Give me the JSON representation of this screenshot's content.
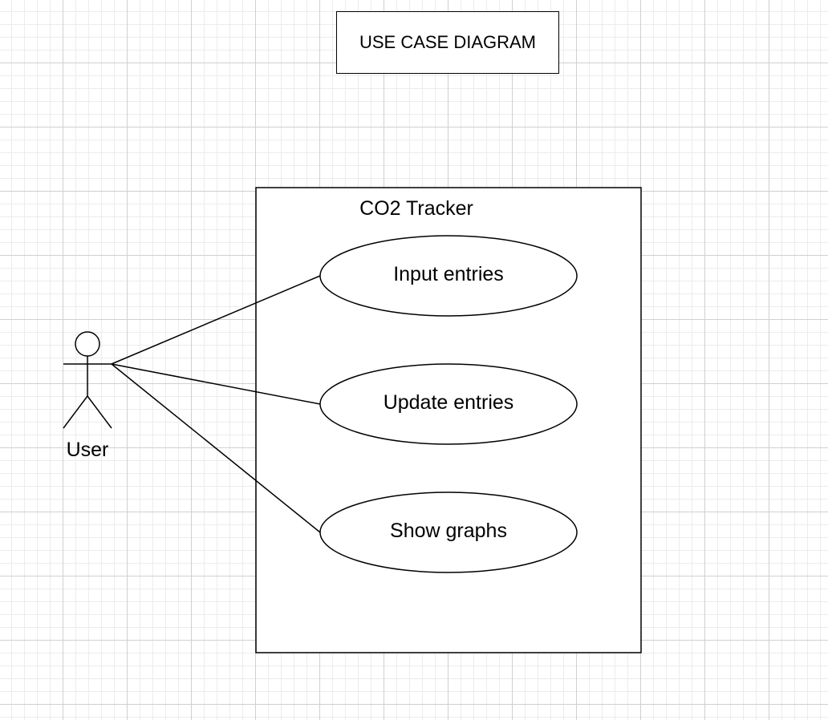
{
  "title": "USE CASE DIAGRAM",
  "system": {
    "name": "CO2 Tracker"
  },
  "actor": {
    "name": "User"
  },
  "use_cases": [
    {
      "label": "Input entries"
    },
    {
      "label": "Update entries"
    },
    {
      "label": "Show graphs"
    }
  ],
  "colors": {
    "stroke": "#000000",
    "background": "#ffffff",
    "grid": "#d0d0d0"
  }
}
